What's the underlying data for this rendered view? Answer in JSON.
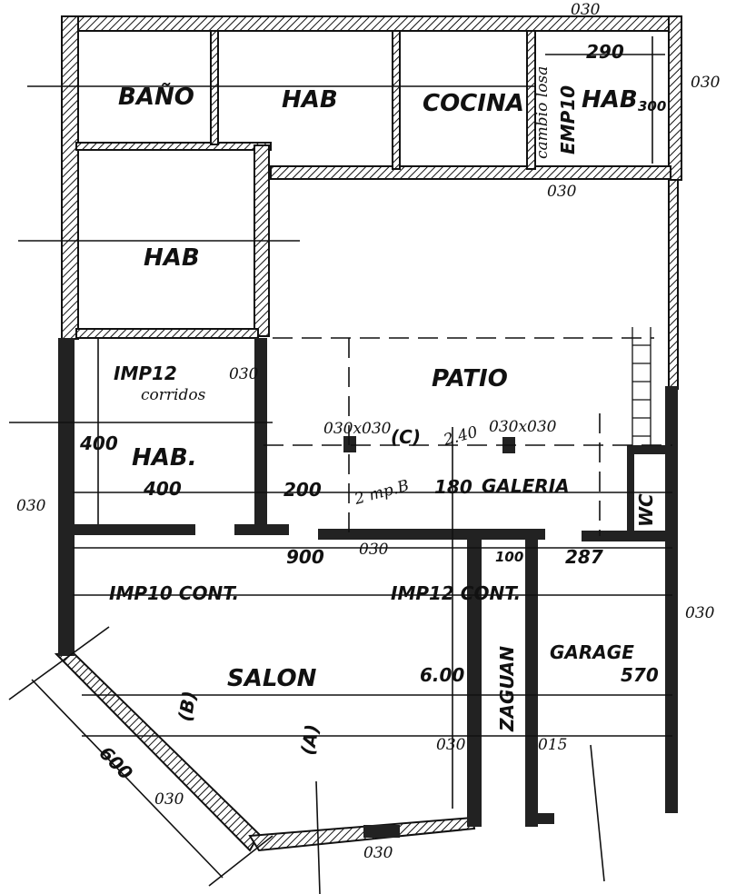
{
  "rooms": {
    "bano": "BAÑO",
    "hab_top": "HAB",
    "cocina": "COCINA",
    "hab_top_right": "HAB",
    "hab_left": "HAB",
    "patio": "PATIO",
    "hab_mid": "HAB.",
    "galeria": "GALERIA",
    "wc": "WC",
    "salon": "SALON",
    "zaguan": "ZAGUAN",
    "garage": "GARAGE"
  },
  "notes": {
    "cambio_losa": "cambio losa",
    "emp10": "EMP10",
    "imp12": "IMP12",
    "corridos": "corridos",
    "imp10_cont": "IMP10 CONT.",
    "imp12_cont": "IMP12 CONT.",
    "section_c": "(C)",
    "section_b": "(B)",
    "section_a": "(A)",
    "mpb": "2 mp.B",
    "col_left": "030x030",
    "col_right": "030x030"
  },
  "dimensions": {
    "d290": "290",
    "d300": "300",
    "top_030": "030",
    "right_030": "030",
    "cocina_030": "030",
    "d400_v": "400",
    "d400_h": "400",
    "d200": "200",
    "d180": "180",
    "d240": "2.40",
    "d900": "900",
    "gal_030": "030",
    "d100": "100",
    "d287": "287",
    "hab_030": "030",
    "left_030": "030",
    "right_side_030": "030",
    "d600_salon": "6.00",
    "d570": "570",
    "zaguan_030": "030",
    "d015": "015",
    "d600_diag": "600",
    "diag_030": "030",
    "bottom_030": "030"
  }
}
